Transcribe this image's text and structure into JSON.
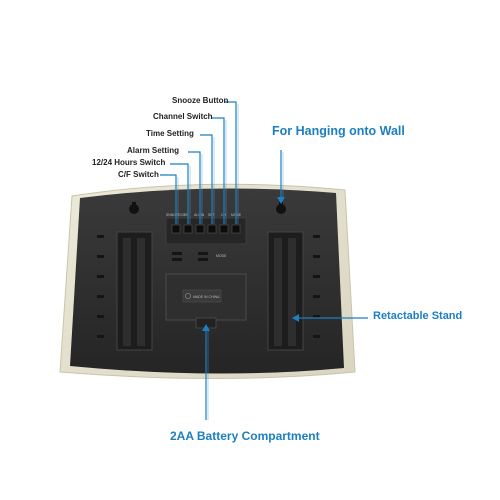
{
  "labels": {
    "snooze_button": "Snooze Button",
    "channel_switch": "Channel Switch",
    "time_setting": "Time Setting",
    "alarm_setting": "Alarm Setting",
    "hours_switch": "12/24 Hours Switch",
    "cf_switch": "C/F Switch",
    "hanging": "For Hanging onto Wall",
    "stand": "Retactable Stand",
    "battery": "2AA Battery Compartment"
  },
  "device_print": {
    "buttons_row": [
      "SNNOZE/CF",
      "UP",
      "AL/ON",
      "SET",
      "CH",
      "MODE"
    ],
    "mode_tag": "MODE",
    "battery_text": "MADE IN CHINA"
  },
  "colors": {
    "accent_blue": "#1c7fc0",
    "device_body": "#2b2b2b",
    "frame": "#e7e4d4"
  }
}
